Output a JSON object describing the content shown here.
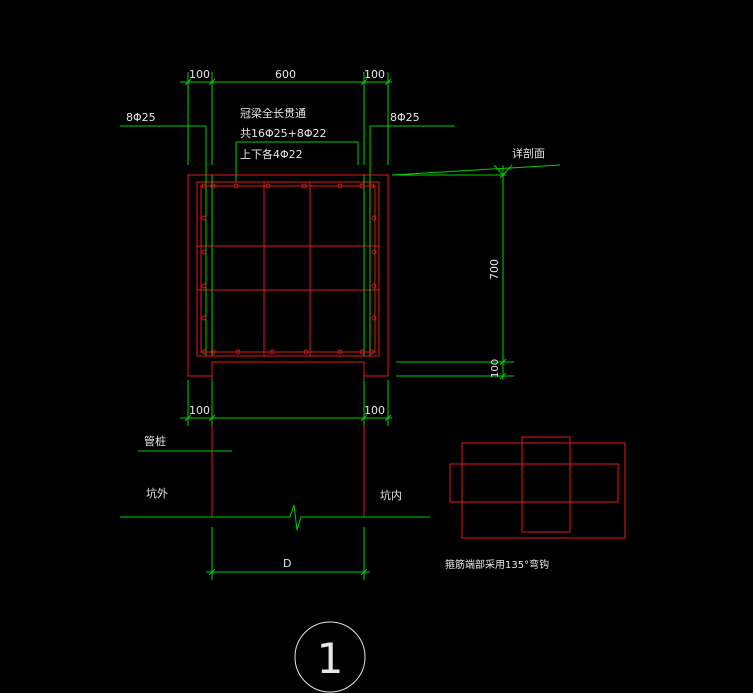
{
  "dims": {
    "left_100": "100",
    "mid_600": "600",
    "right_100": "100",
    "height_700": "700",
    "height_100": "100",
    "bottom_left_100": "100",
    "bottom_right_100": "100",
    "diameter": "D"
  },
  "labels": {
    "rebar_left": "8Φ25",
    "rebar_right": "8Φ25",
    "note_line1": "冠梁全长贯通",
    "note_line2": "共16Φ25+8Φ22",
    "note_line3": "上下各4Φ22",
    "section_ref": "详剖面",
    "pile": "管桩",
    "outside": "坑外",
    "inside": "坑内",
    "stirrup_note": "箍筋端部采用135°弯钩"
  },
  "drawing_number": "1",
  "colors": {
    "background": "#000000",
    "dimension_lines": "#00d000",
    "concrete_rebar": "#e01818",
    "text": "#e6e6e6"
  }
}
